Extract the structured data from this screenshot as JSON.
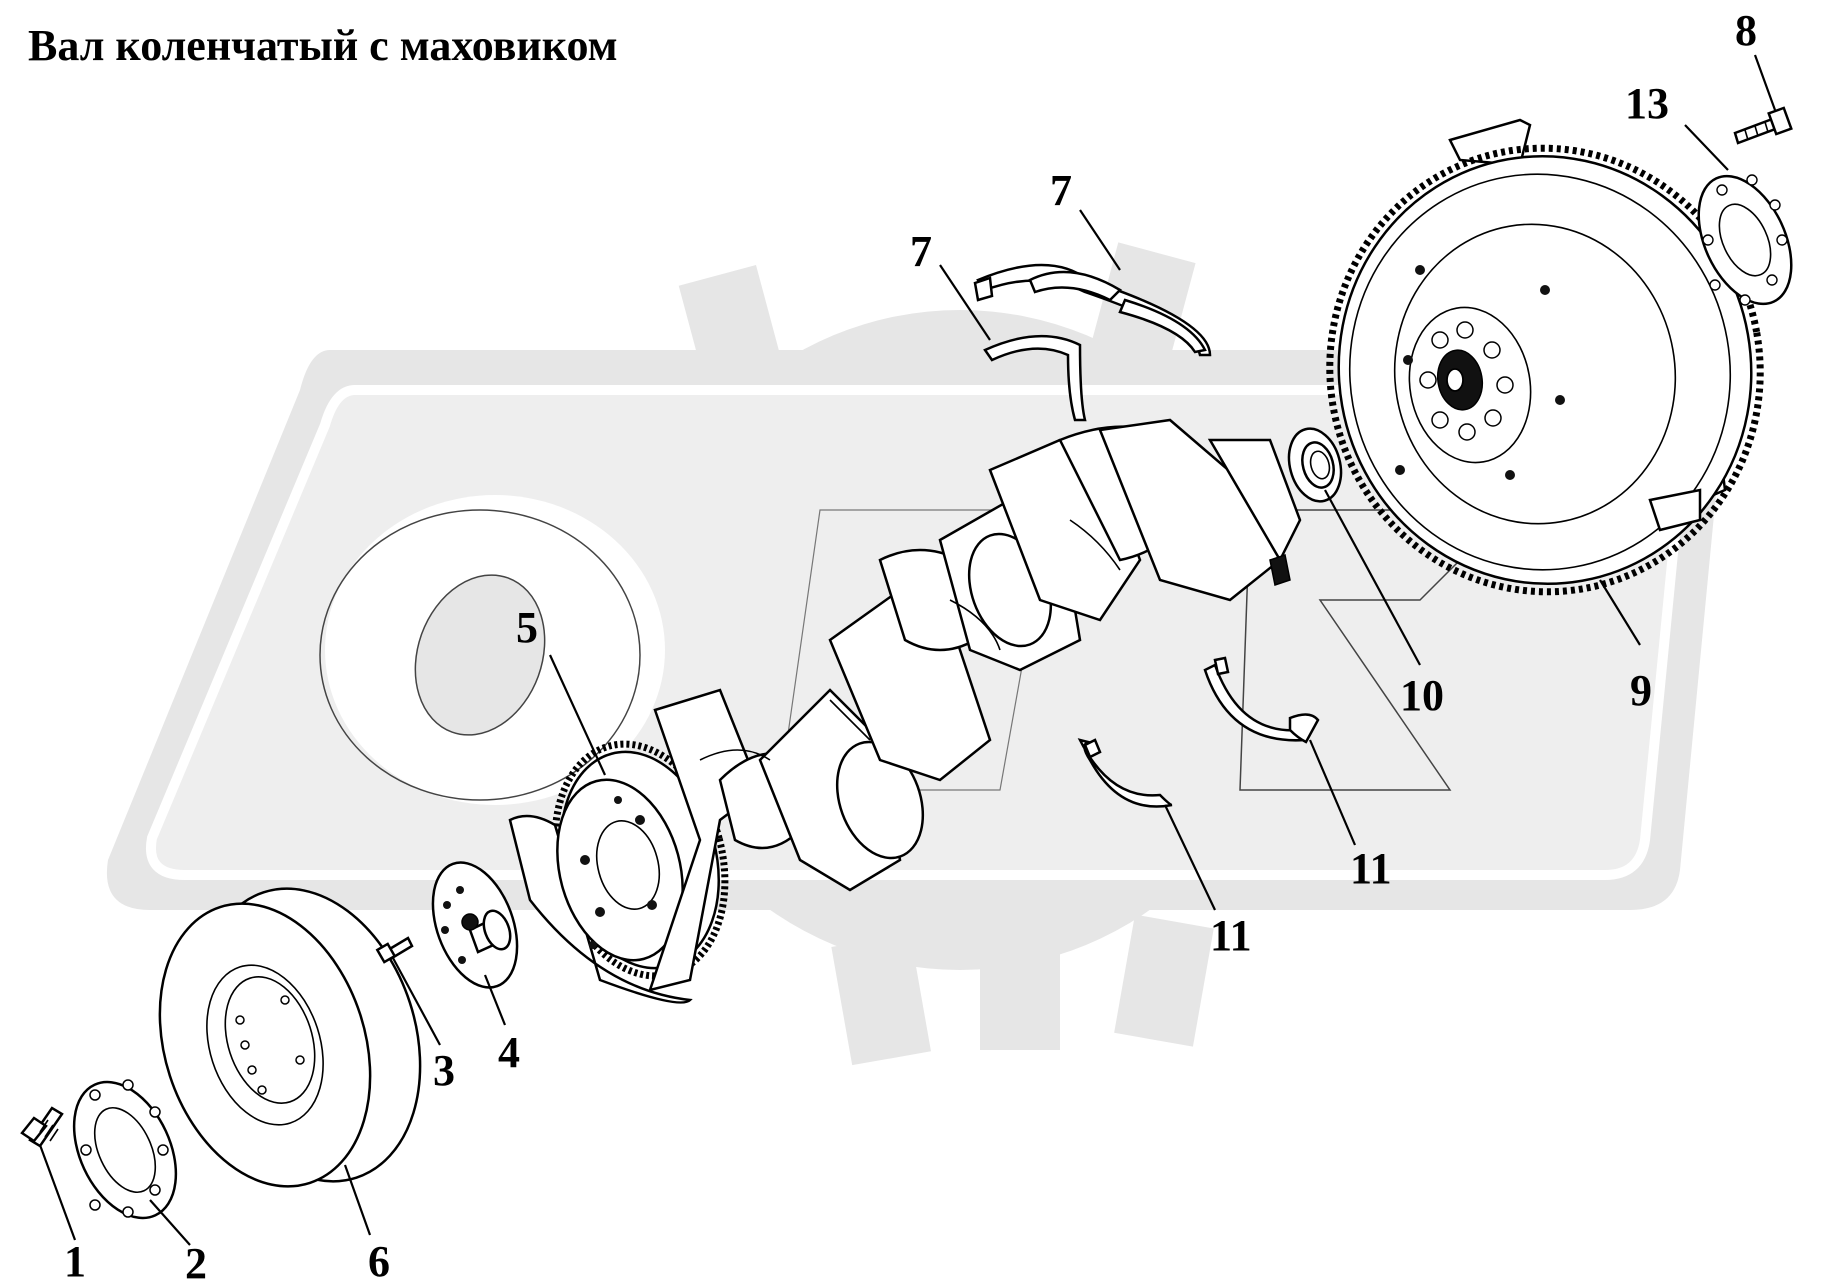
{
  "title": "Вал коленчатый с маховиком",
  "callouts": {
    "p1": "1",
    "p2": "2",
    "p3": "3",
    "p4": "4",
    "p5": "5",
    "p6": "6",
    "p7a": "7",
    "p7b": "7",
    "p8": "8",
    "p9": "9",
    "p10": "10",
    "p11a": "11",
    "p11b": "11",
    "p13": "13"
  },
  "colors": {
    "line": "#000000",
    "watermark": "#e6e6e6",
    "background": "#ffffff"
  }
}
